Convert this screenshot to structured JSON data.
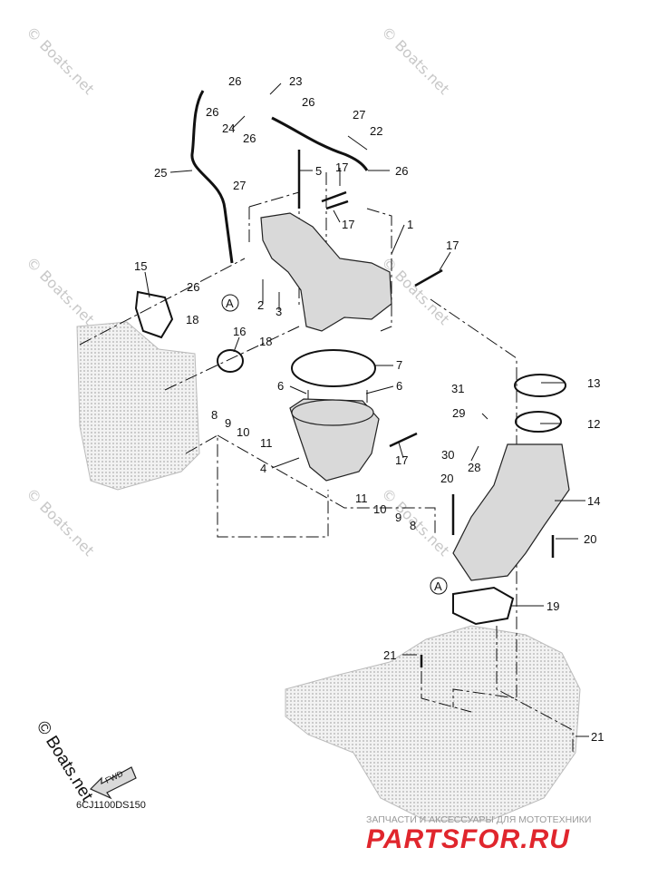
{
  "callouts": [
    "1",
    "2",
    "3",
    "4",
    "5",
    "6",
    "6",
    "7",
    "8",
    "9",
    "10",
    "11",
    "8",
    "9",
    "10",
    "11",
    "12",
    "13",
    "14",
    "15",
    "16",
    "17",
    "17",
    "17",
    "17",
    "18",
    "18",
    "19",
    "20",
    "20",
    "21",
    "21",
    "22",
    "23",
    "24",
    "25",
    "26",
    "26",
    "26",
    "26",
    "26",
    "26",
    "27",
    "27",
    "28",
    "29",
    "30",
    "31"
  ],
  "ref_markers": [
    "A",
    "A"
  ],
  "watermarks": [
    "© Boats.net",
    "© Boats.net",
    "© Boats.net",
    "© Boats.net",
    "© Boats.net",
    "© Boats.net"
  ],
  "copyright_large": "© Boats.net",
  "fwd_label": "FWD",
  "diagram_code": "6CJ1100DS150",
  "shop_banner": {
    "tagline": "ЗАПЧАСТИ И АКСЕССУАРЫ ДЛЯ МОТОТЕХНИКИ",
    "logo_text": "PARTSFOR.RU"
  },
  "colors": {
    "ink": "#111111",
    "banner_red": "#e0262d",
    "ghost_gray": "#bdbdbd"
  }
}
